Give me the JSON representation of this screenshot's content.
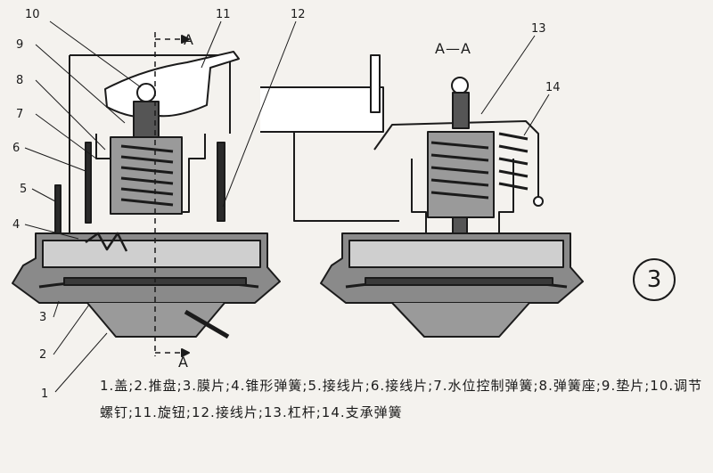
{
  "figure": {
    "section_label": "A—A",
    "section_marker_letter": "A",
    "figure_number": "3",
    "callouts": [
      "1",
      "2",
      "3",
      "4",
      "5",
      "6",
      "7",
      "8",
      "9",
      "10",
      "11",
      "12",
      "13",
      "14"
    ],
    "caption": "1.盖;2.推盘;3.膜片;4.锥形弹簧;5.接线片;6.接线片;7.水位控制弹簧;8.弹簧座;9.垫片;10.调节螺钉;11.旋钮;12.接线片;13.杠杆;14.支承弹簧"
  }
}
